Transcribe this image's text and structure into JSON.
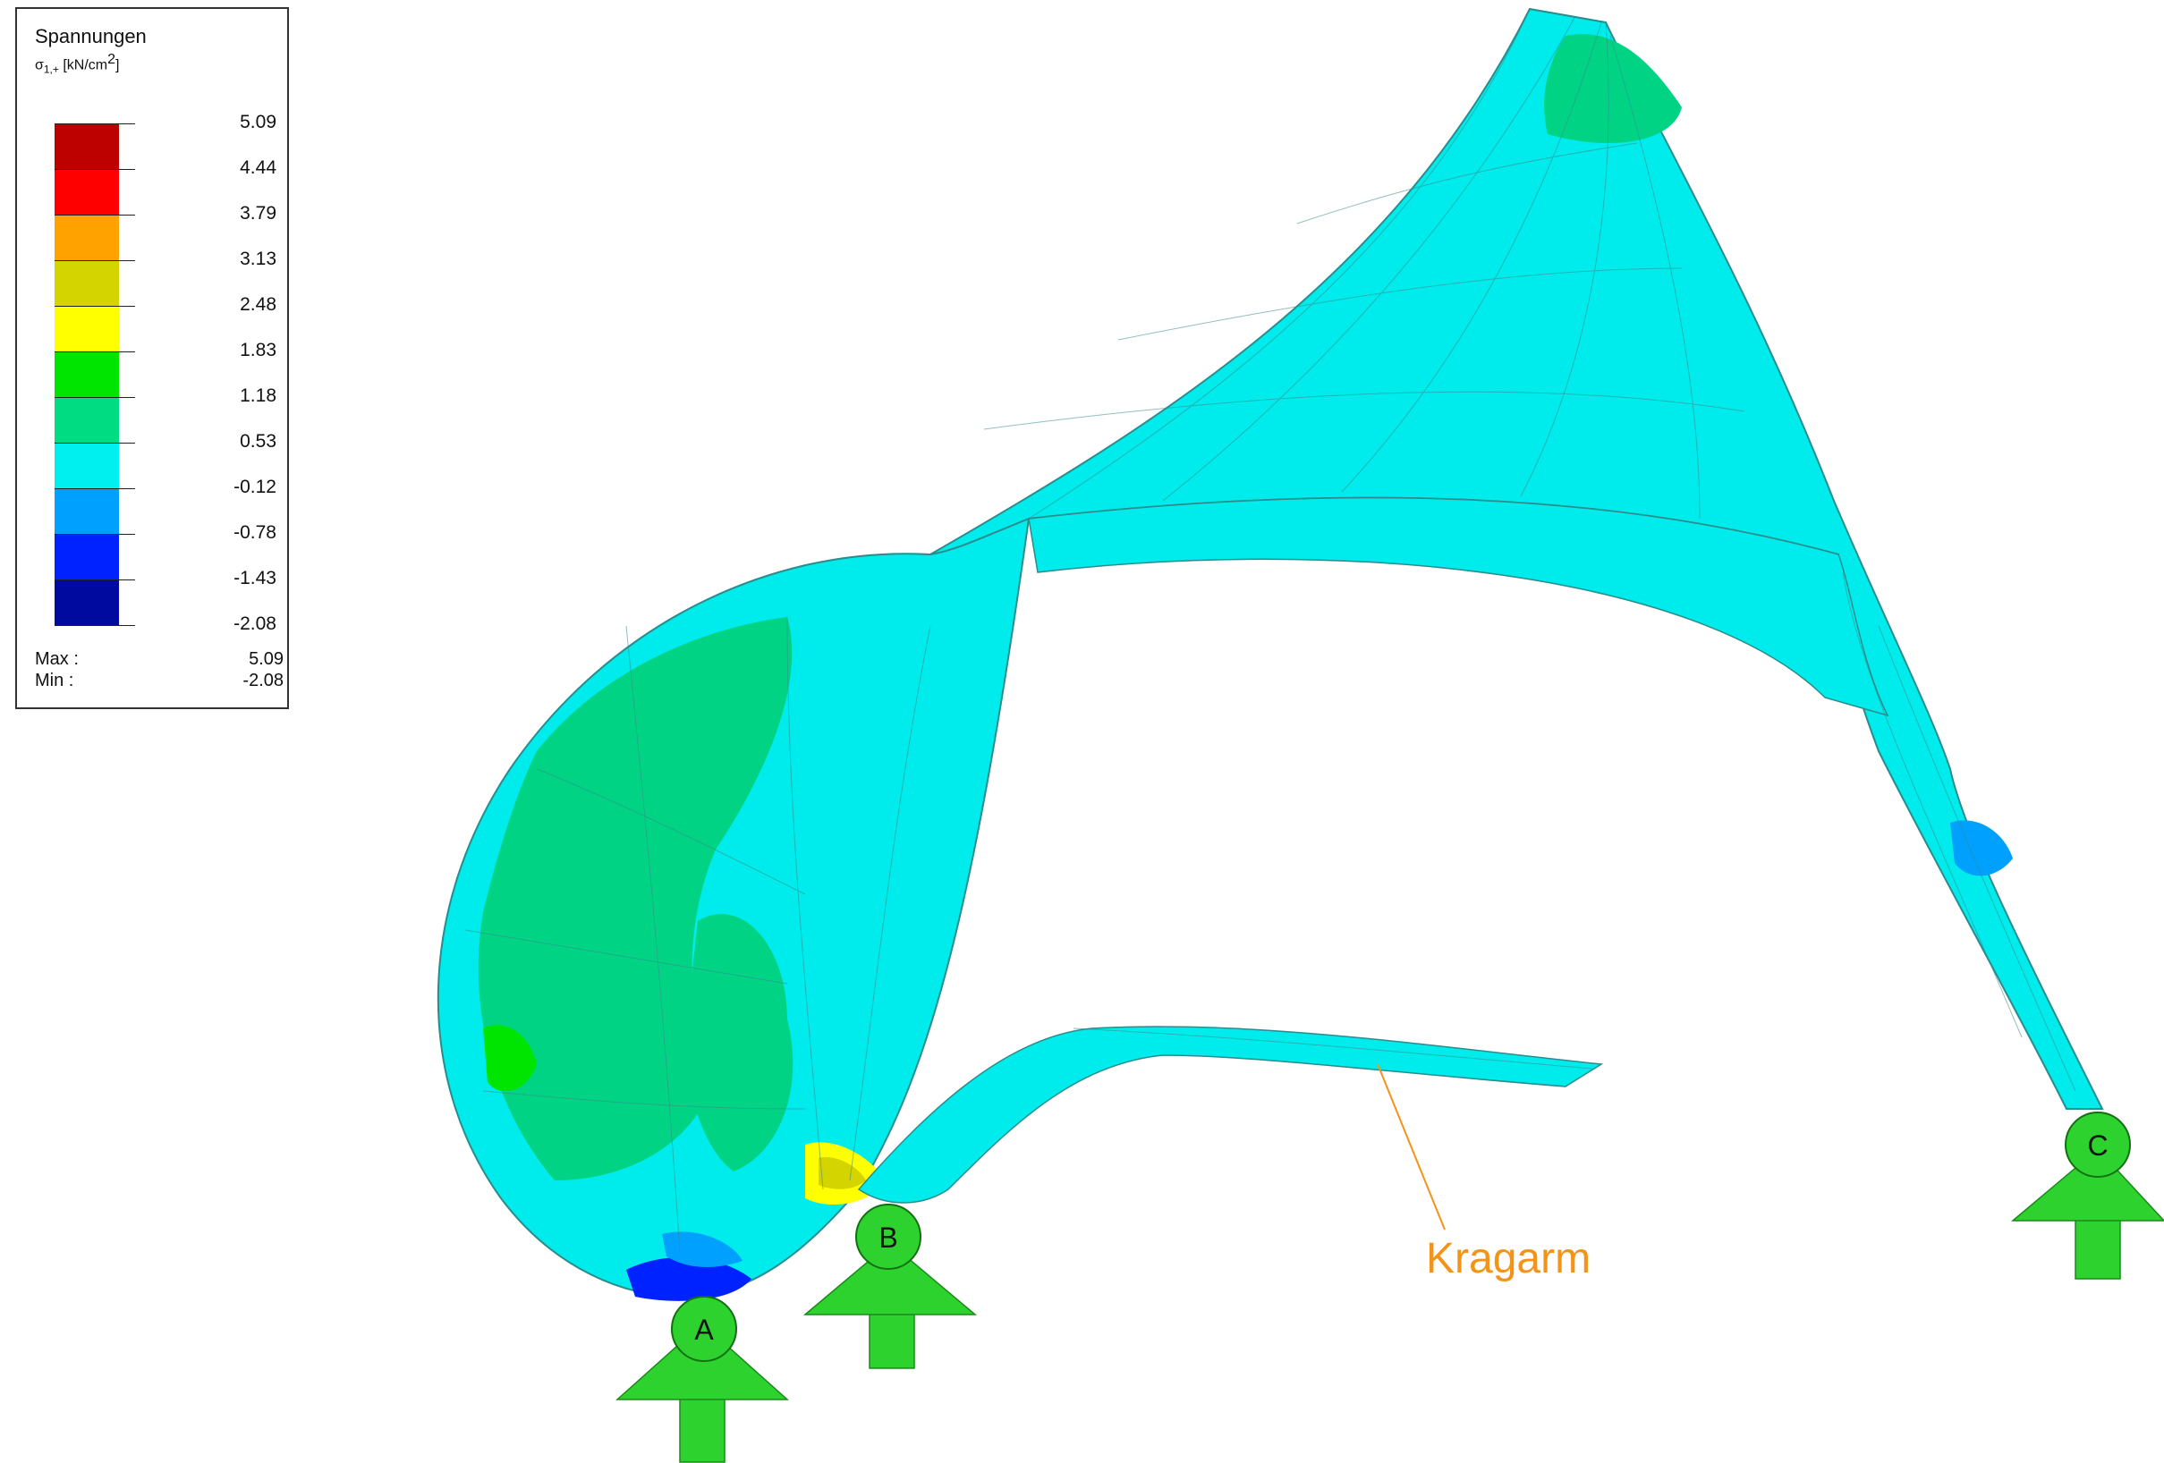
{
  "legend": {
    "title": "Spannungen",
    "subtitle_symbol": "σ",
    "subtitle_sub": "1,+",
    "subtitle_unit_pre": "[kN/cm",
    "subtitle_unit_exp": "2",
    "subtitle_unit_post": "]",
    "ticks": [
      "5.09",
      "4.44",
      "3.79",
      "3.13",
      "2.48",
      "1.83",
      "1.18",
      "0.53",
      "-0.12",
      "-0.78",
      "-1.43",
      "-2.08"
    ],
    "colors": [
      "#bd0000",
      "#ff0000",
      "#ffa200",
      "#d4d400",
      "#ffff00",
      "#00e500",
      "#00dc82",
      "#00f0f0",
      "#00a0ff",
      "#0022ff",
      "#000a9e"
    ],
    "max_label": "Max :",
    "max_value": "5.09",
    "min_label": "Min :",
    "min_value": "-2.08"
  },
  "supports": {
    "a": "A",
    "b": "B",
    "c": "C"
  },
  "annotation": {
    "label": "Kragarm",
    "color": "#f39418"
  },
  "colors": {
    "shell_main": "#00ebeb",
    "shell_green": "#00d484",
    "support_green": "#2ed22e",
    "mesh": "#3a8a8a"
  }
}
